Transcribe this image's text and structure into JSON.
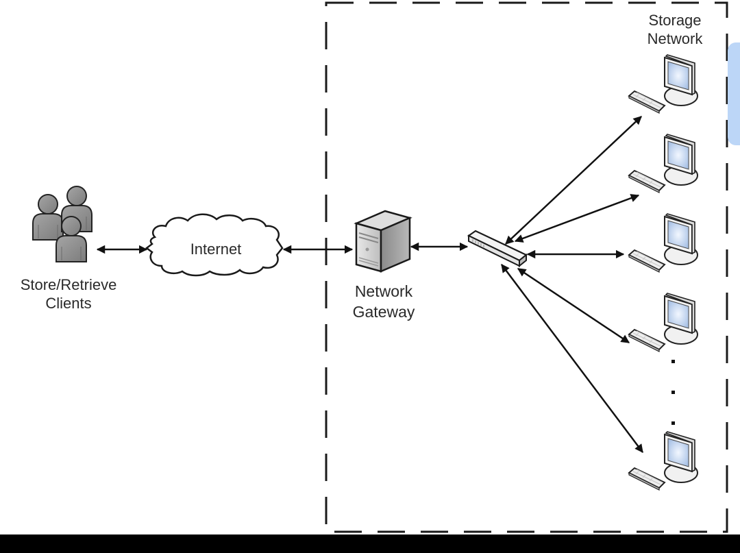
{
  "diagram": {
    "title": "Distributed Storage Network Architecture",
    "nodes": {
      "clients": {
        "label_line1": "Store/Retrieve",
        "label_line2": "Clients",
        "icon": "users-group-icon"
      },
      "internet": {
        "label": "Internet",
        "icon": "cloud-icon"
      },
      "gateway": {
        "label_line1": "Network",
        "label_line2": "Gateway",
        "icon": "server-tower-icon"
      },
      "switch": {
        "icon": "network-switch-icon"
      },
      "storage_network": {
        "label_line1": "Storage",
        "label_line2": "Network"
      },
      "storage_nodes": [
        {
          "icon": "desktop-computer-icon"
        },
        {
          "icon": "desktop-computer-icon"
        },
        {
          "icon": "desktop-computer-icon"
        },
        {
          "icon": "desktop-computer-icon"
        },
        {
          "icon": "desktop-computer-icon"
        }
      ],
      "ellipsis": "vertical-ellipsis"
    },
    "edges": [
      {
        "from": "clients",
        "to": "internet",
        "style": "bidirectional"
      },
      {
        "from": "internet",
        "to": "gateway",
        "style": "bidirectional"
      },
      {
        "from": "gateway",
        "to": "switch",
        "style": "bidirectional"
      },
      {
        "from": "switch",
        "to": "storage_node_1",
        "style": "bidirectional"
      },
      {
        "from": "switch",
        "to": "storage_node_2",
        "style": "bidirectional"
      },
      {
        "from": "switch",
        "to": "storage_node_3",
        "style": "bidirectional"
      },
      {
        "from": "switch",
        "to": "storage_node_4",
        "style": "bidirectional"
      },
      {
        "from": "switch",
        "to": "storage_node_5",
        "style": "bidirectional"
      }
    ],
    "boundary": {
      "style": "dashed",
      "encloses": [
        "gateway",
        "switch",
        "storage_nodes"
      ]
    },
    "colors": {
      "stroke": "#1a1a1a",
      "person_fill": "#8e8e8e",
      "screen_fill": "#c9daf3",
      "side_panel": "#bcd6f7"
    }
  }
}
